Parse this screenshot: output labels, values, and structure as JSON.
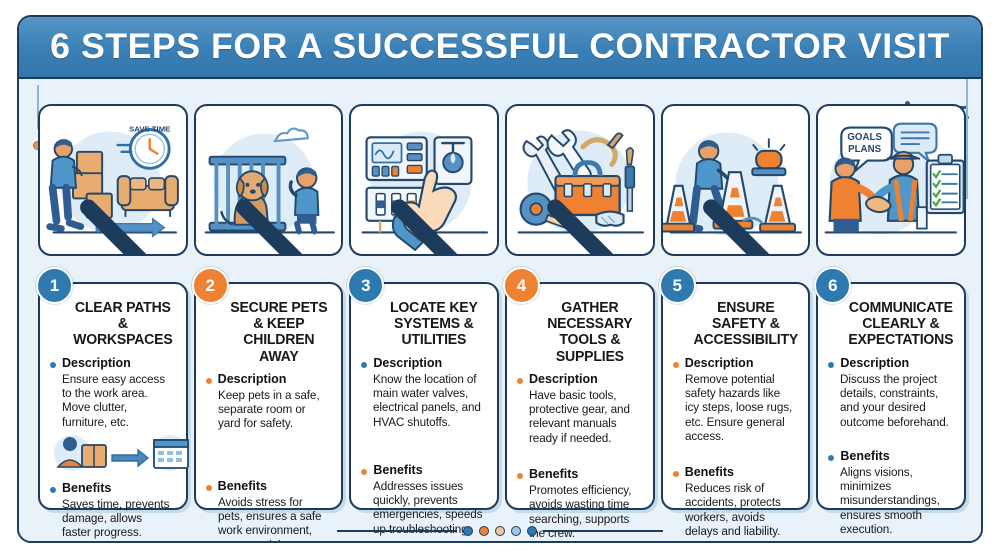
{
  "header": {
    "title": "6 STEPS FOR A SUCCESSFUL CONTRACTOR VISIT"
  },
  "labels": {
    "description": "Description",
    "benefits": "Benefits"
  },
  "colors": {
    "blue": "#2e7ab0",
    "orange": "#ef8232",
    "title_bar": "#3a7fb5",
    "board_bg": "#e9f2f9",
    "outline": "#1d3c5c"
  },
  "steps": [
    {
      "number": "1",
      "accent": "blue",
      "title": "CLEAR PATHS & WORKSPACES",
      "description": "Ensure easy access to the work area. Move clutter, furniture, etc.",
      "benefits": "Saves time, prevents damage, allows faster progress.",
      "illustration": "mover-carrying-boxes-sofa-clock",
      "illustration_text": "SAVE TIME",
      "card_icon": "person-box-calendar-arrow-icon"
    },
    {
      "number": "2",
      "accent": "orange",
      "title": "SECURE PETS & KEEP CHILDREN AWAY",
      "description": "Keep pets in a safe, separate room or yard for safety.",
      "benefits": "Avoids stress for pets, ensures a safe work environment, prevents delays.",
      "illustration": "dog-behind-gate-child-waving",
      "illustration_text": "",
      "card_icon": ""
    },
    {
      "number": "3",
      "accent": "blue",
      "title": "LOCATE KEY SYSTEMS & UTILITIES",
      "description": "Know the location of main water valves, electrical panels, and HVAC shutoffs.",
      "benefits": "Addresses issues quickly, prevents emergencies, speeds up troubleshooting.",
      "illustration": "control-panel-breaker-valve-hand-pointing",
      "illustration_text": "",
      "card_icon": ""
    },
    {
      "number": "4",
      "accent": "orange",
      "title": "GATHER NECESSARY TOOLS & SUPPLIES",
      "description": "Have basic tools, protective gear, and relevant manuals ready if needed.",
      "benefits": "Promotes efficiency, avoids wasting time searching, supports the crew.",
      "illustration": "toolbox-wrench-screwdriver-goggles-tape-measure",
      "illustration_text": "",
      "card_icon": ""
    },
    {
      "number": "5",
      "accent": "blue",
      "title": "ENSURE SAFETY & ACCESSIBILITY",
      "description": "Remove potential safety hazards like icy steps, loose rugs, etc. Ensure general access.",
      "benefits": "Reduces risk of accidents, protects workers, avoids delays and liability.",
      "illustration": "worker-placing-traffic-cones-warning-beacon",
      "illustration_text": "",
      "card_icon": ""
    },
    {
      "number": "6",
      "accent": "orange",
      "title": "COMMUNICATE CLEARLY & EXPECTATIONS",
      "description": "Discuss the project details, constraints, and your desired outcome beforehand.",
      "benefits": "Aligns visions, minimizes misunderstandings, ensures smooth execution.",
      "illustration": "handshake-homeowner-contractor-clipboard",
      "illustration_text": "GOALS PLANS",
      "card_icon": ""
    }
  ],
  "footer": {
    "dot_colors": [
      "#2e7ab0",
      "#ef8232",
      "#e9c79a",
      "#9fc6e2",
      "#2e7ab0"
    ]
  }
}
